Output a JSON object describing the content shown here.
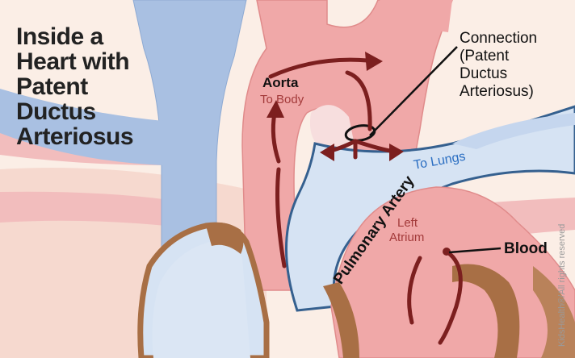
{
  "title_lines": [
    "Inside a",
    "Heart with",
    "Patent",
    "Ductus",
    "Arteriosus"
  ],
  "labels": {
    "aorta": "Aorta",
    "to_body": "To Body",
    "to_lungs": "To Lungs",
    "pulmonary_artery": "Pulmonary Artery",
    "left_atrium_line1": "Left",
    "left_atrium_line2": "Atrium",
    "blood": "Blood"
  },
  "connection_lines": [
    "Connection",
    "(Patent",
    "Ductus",
    "Arteriosus)"
  ],
  "credit": "KidsHealth®/All rights reserved",
  "colors": {
    "background": "#fbeee6",
    "aorta_red": "#f0a8a8",
    "vein_blue": "#a9c0e2",
    "artery_light_blue": "#d6e3f3",
    "outline_blue": "#35608f",
    "tissue_brown": "#a86f45",
    "arrow_dark_red": "#7c1f1f",
    "label_red": "#a33a3a",
    "label_blue": "#2a6ec2"
  }
}
